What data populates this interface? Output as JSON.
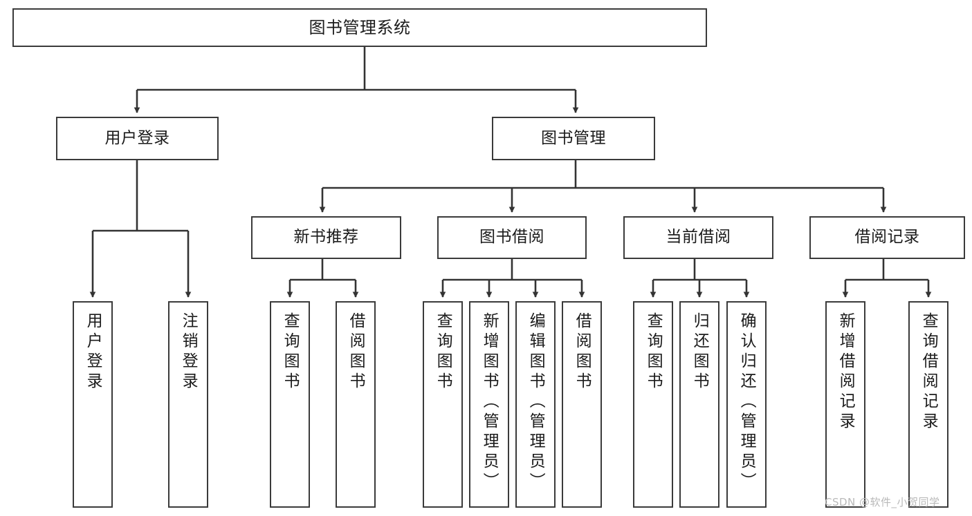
{
  "diagram": {
    "type": "tree-hierarchy-chart",
    "title": "图书管理系统",
    "watermark": "CSDN @软件_小贺同学",
    "colors": {
      "box_border": "#3a3a3a",
      "box_fill": "#ffffff",
      "connector": "#333333",
      "text": "#1b1b1b",
      "watermark": "#b9b9b9"
    },
    "levels": {
      "root": {
        "label": "图书管理系统"
      },
      "level2": [
        {
          "label": "用户登录"
        },
        {
          "label": "图书管理"
        }
      ],
      "level3": [
        {
          "label": "新书推荐"
        },
        {
          "label": "图书借阅"
        },
        {
          "label": "当前借阅"
        },
        {
          "label": "借阅记录"
        }
      ],
      "leaves": {
        "user_login": [
          {
            "label": "用户登录"
          },
          {
            "label": "注销登录"
          }
        ],
        "new_book_recommend": [
          {
            "label": "查询图书"
          },
          {
            "label": "借阅图书"
          }
        ],
        "book_borrow": [
          {
            "label": "查询图书"
          },
          {
            "label": "新增图书（管理员）"
          },
          {
            "label": "编辑图书（管理员）"
          },
          {
            "label": "借阅图书"
          }
        ],
        "current_borrow": [
          {
            "label": "查询图书"
          },
          {
            "label": "归还图书"
          },
          {
            "label": "确认归还（管理员）"
          }
        ],
        "borrow_record": [
          {
            "label": "新增借阅记录"
          },
          {
            "label": "查询借阅记录"
          }
        ]
      }
    }
  }
}
